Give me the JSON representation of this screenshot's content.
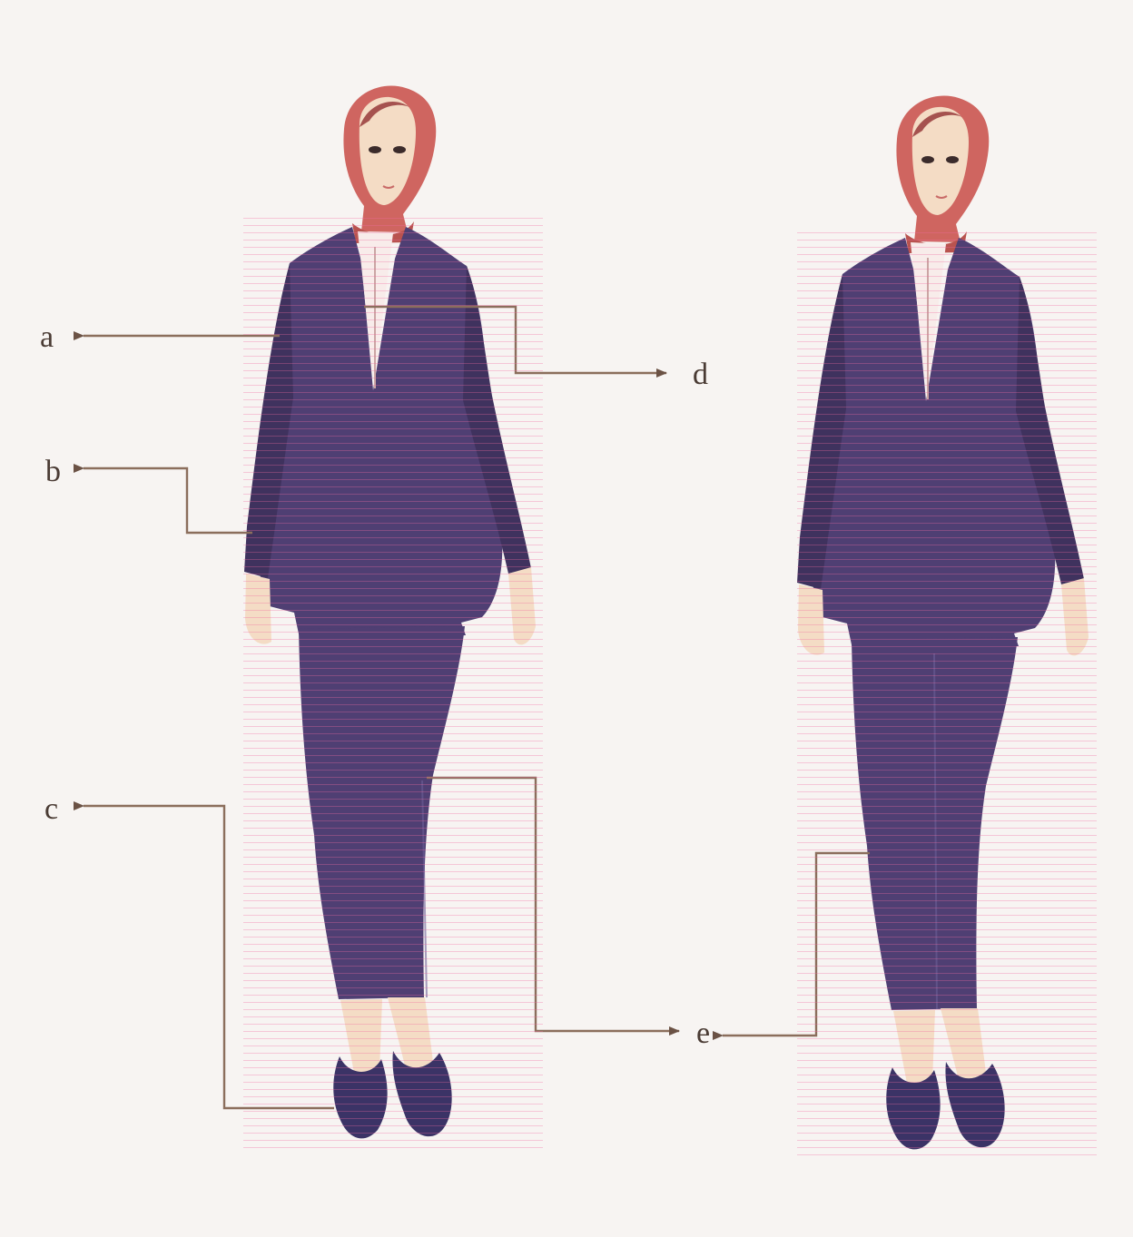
{
  "callouts": {
    "a": "a",
    "b": "b",
    "c": "c",
    "d": "d",
    "e": "e"
  },
  "colors": {
    "suit": "#4f3f73",
    "hijab": "#cf6560",
    "shirt": "#f8ecea",
    "skin": "#f4dcc5",
    "leader_line": "#8b6e5c",
    "background": "#f7f4f2"
  },
  "icons": {
    "figures": [
      "woman-in-jacket-and-skirt-illustration",
      "woman-in-jacket-and-trousers-illustration"
    ],
    "arrows": "arrow-icon"
  }
}
